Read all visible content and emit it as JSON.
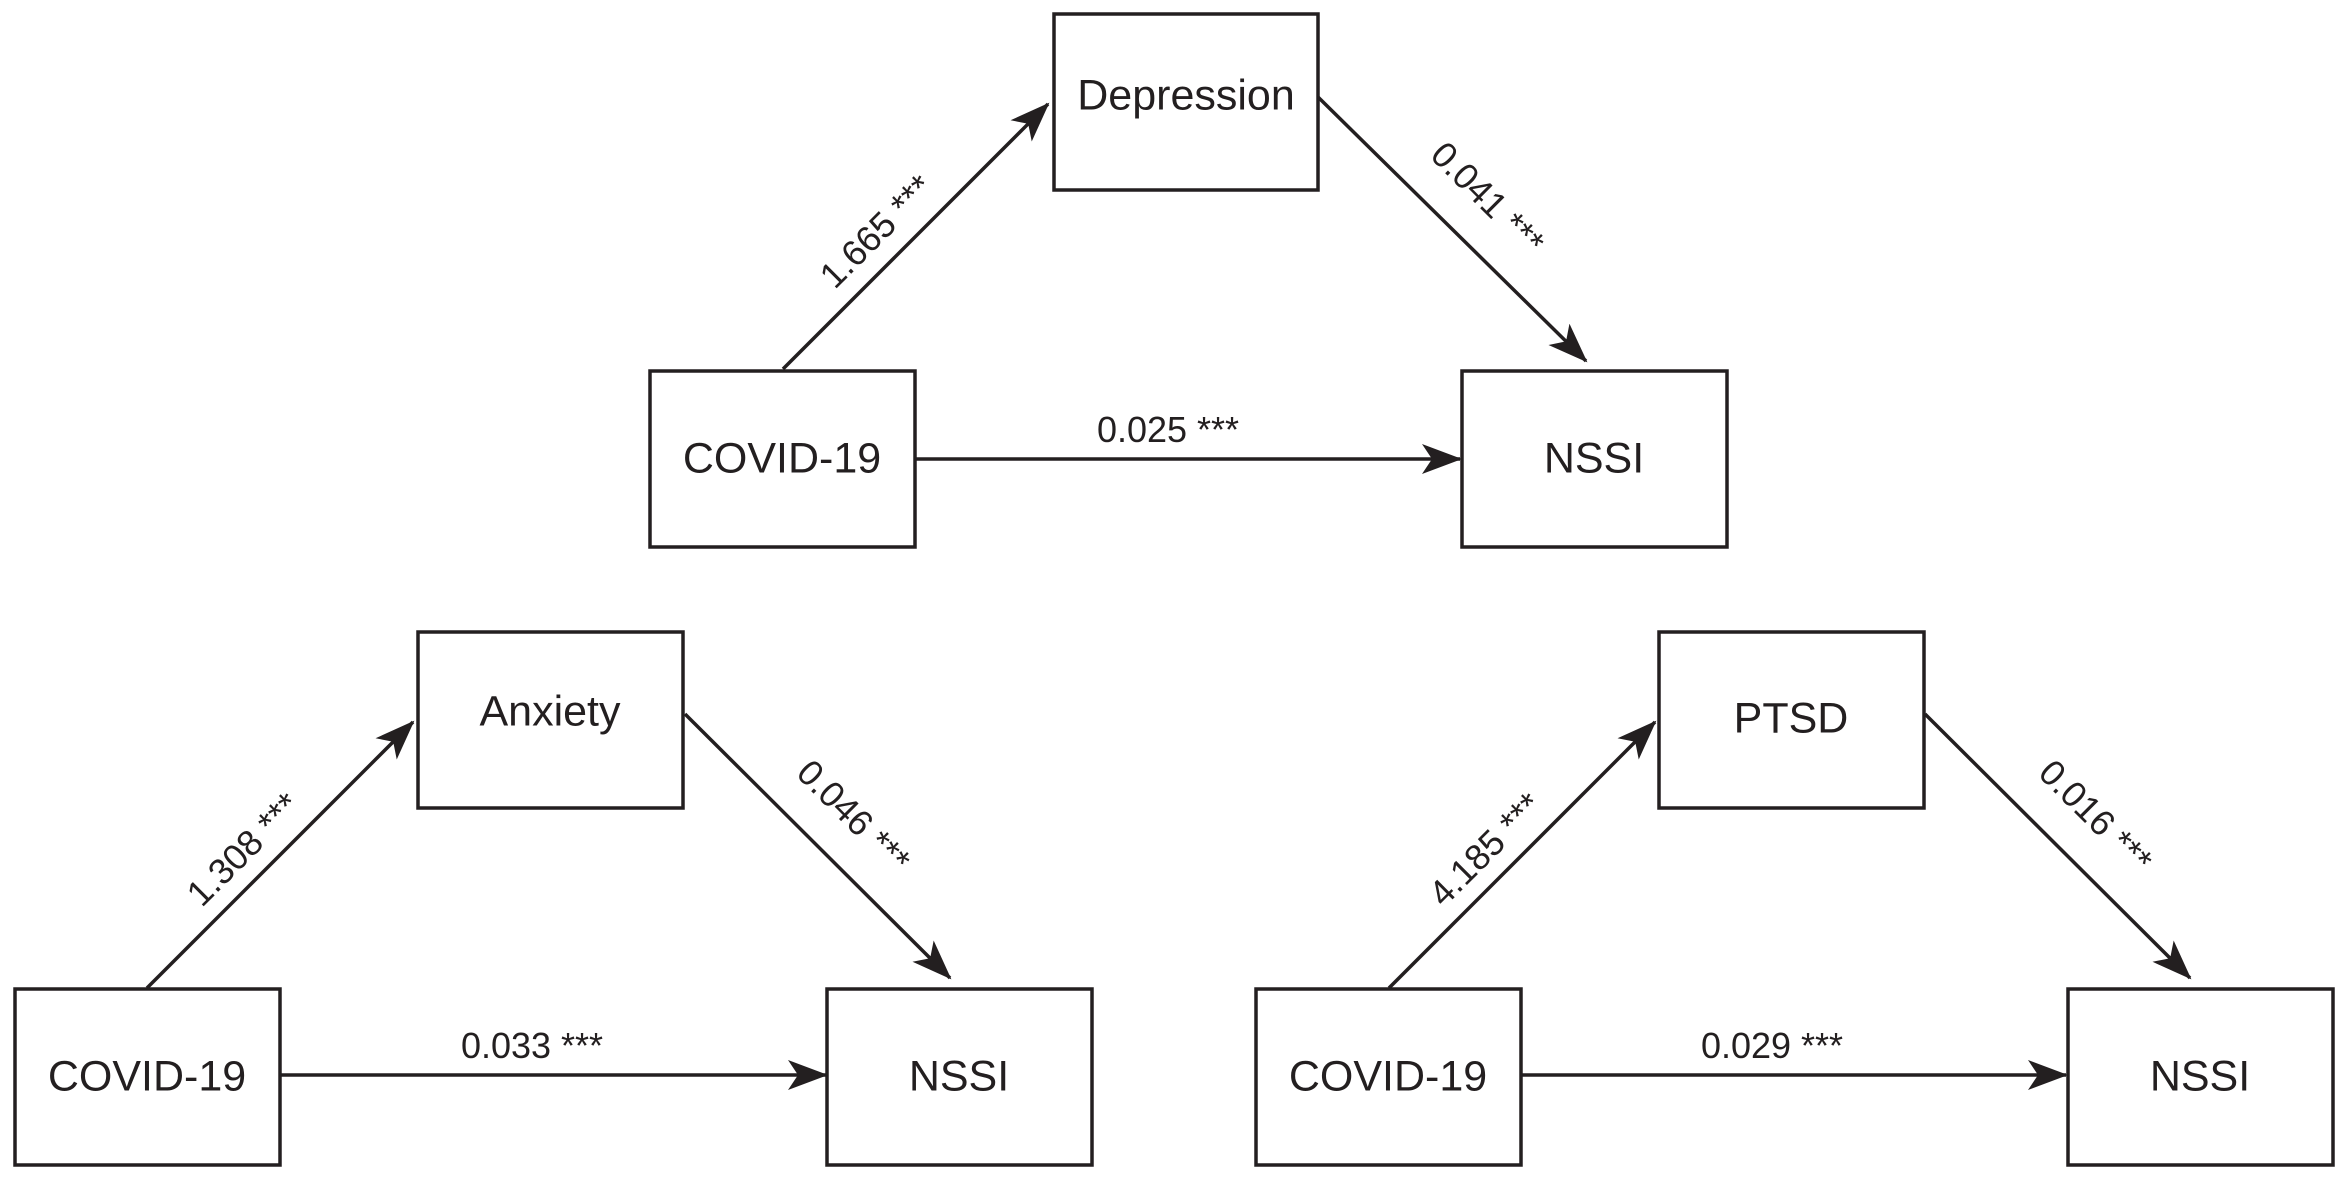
{
  "colors": {
    "ink": "#231f20",
    "background": "#ffffff"
  },
  "models": [
    {
      "name": "depression-model",
      "nodes": {
        "exposure": "COVID-19",
        "mediator": "Depression",
        "outcome": "NSSI"
      },
      "paths": {
        "a": "1.665 ***",
        "b": "0.041 ***",
        "c_prime": "0.025 ***"
      }
    },
    {
      "name": "anxiety-model",
      "nodes": {
        "exposure": "COVID-19",
        "mediator": "Anxiety",
        "outcome": "NSSI"
      },
      "paths": {
        "a": "1.308 ***",
        "b": "0.046 ***",
        "c_prime": "0.033 ***"
      }
    },
    {
      "name": "ptsd-model",
      "nodes": {
        "exposure": "COVID-19",
        "mediator": "PTSD",
        "outcome": "NSSI"
      },
      "paths": {
        "a": "4.185 ***",
        "b": "0.016 ***",
        "c_prime": "0.029 ***"
      }
    }
  ]
}
